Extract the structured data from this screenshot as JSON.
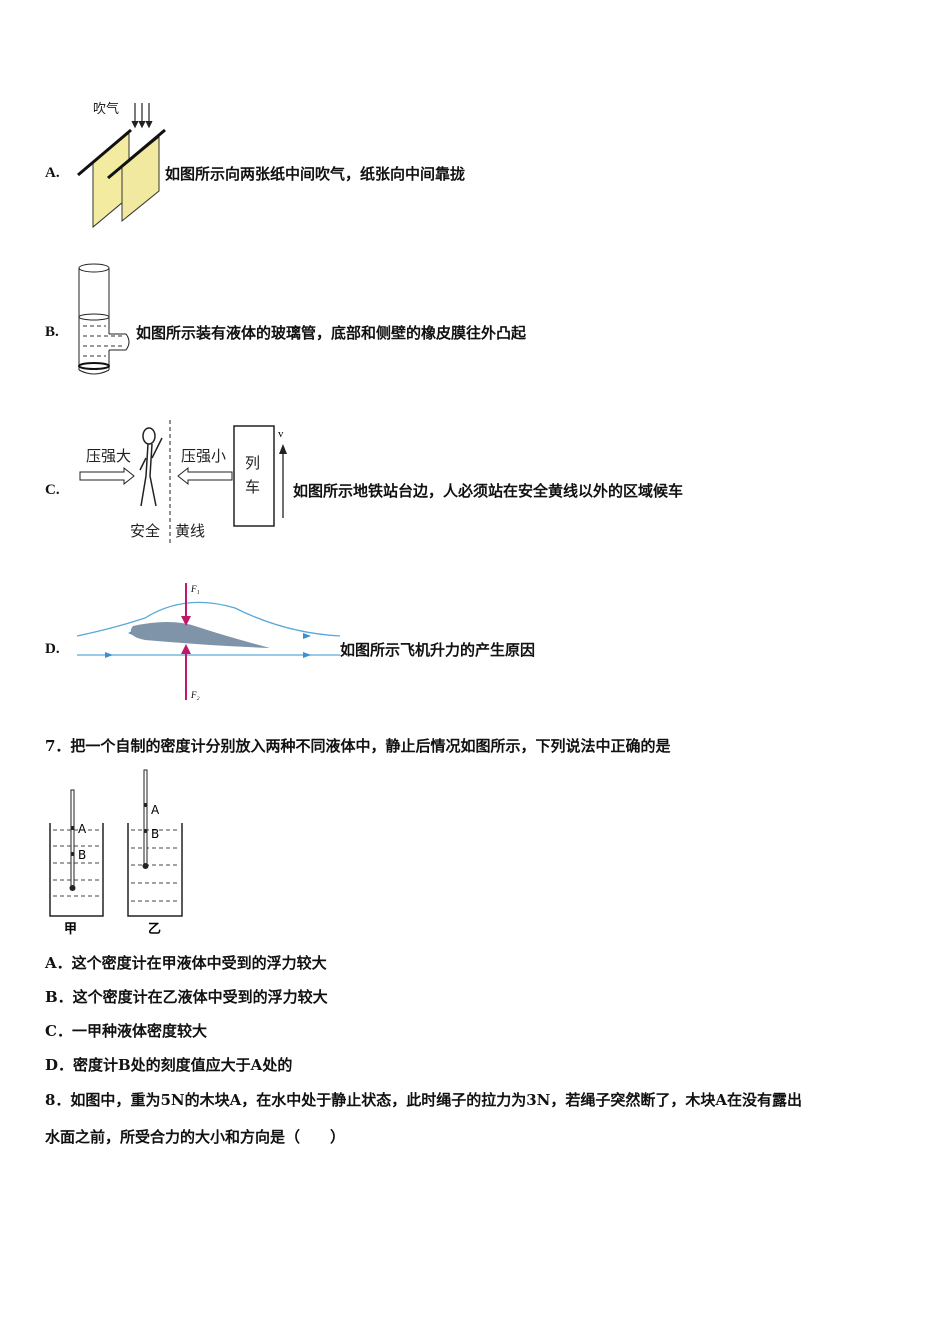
{
  "options_q6": [
    {
      "letter": "A.",
      "text": "如图所示向两张纸中间吹气，纸张向中间靠拢",
      "figure_label": "吹气"
    },
    {
      "letter": "B.",
      "text": "如图所示装有液体的玻璃管，底部和侧壁的橡皮膜往外凸起"
    },
    {
      "letter": "C.",
      "text": "如图所示地铁站台边，人必须站在安全黄线以外的区域候车",
      "figure_labels": {
        "high_pressure": "压强大",
        "low_pressure": "压强小",
        "train_1": "列",
        "train_2": "车",
        "velocity": "v",
        "safe": "安全",
        "yellow_line": "黄线"
      }
    },
    {
      "letter": "D.",
      "text": "如图所示飞机升力的产生原因",
      "figure_labels": {
        "f1": "F₁",
        "f2": "F₂"
      }
    }
  ],
  "q7": {
    "stem": "7．把一个自制的密度计分别放入两种不同液体中，静止后情况如图所示，下列说法中正确的是",
    "figure_labels": {
      "a": "A",
      "b": "B",
      "jia": "甲",
      "yi": "乙"
    },
    "options": [
      "A．这个密度计在甲液体中受到的浮力较大",
      "B．这个密度计在乙液体中受到的浮力较大",
      "C．一甲种液体密度较大",
      "D．密度计B处的刻度值应大于A处的"
    ]
  },
  "q8": {
    "line1": "8．如图中，重为5N的木块A，在水中处于静止状态，此时绳子的拉力为3N，若绳子突然断了，木块A在没有露出",
    "line2": "水面之前，所受合力的大小和方向是（　　）"
  },
  "colors": {
    "paper": "#f3eca0",
    "stream": "#5aa9d6",
    "force": "#c0186a",
    "wing": "#7f94a8"
  }
}
